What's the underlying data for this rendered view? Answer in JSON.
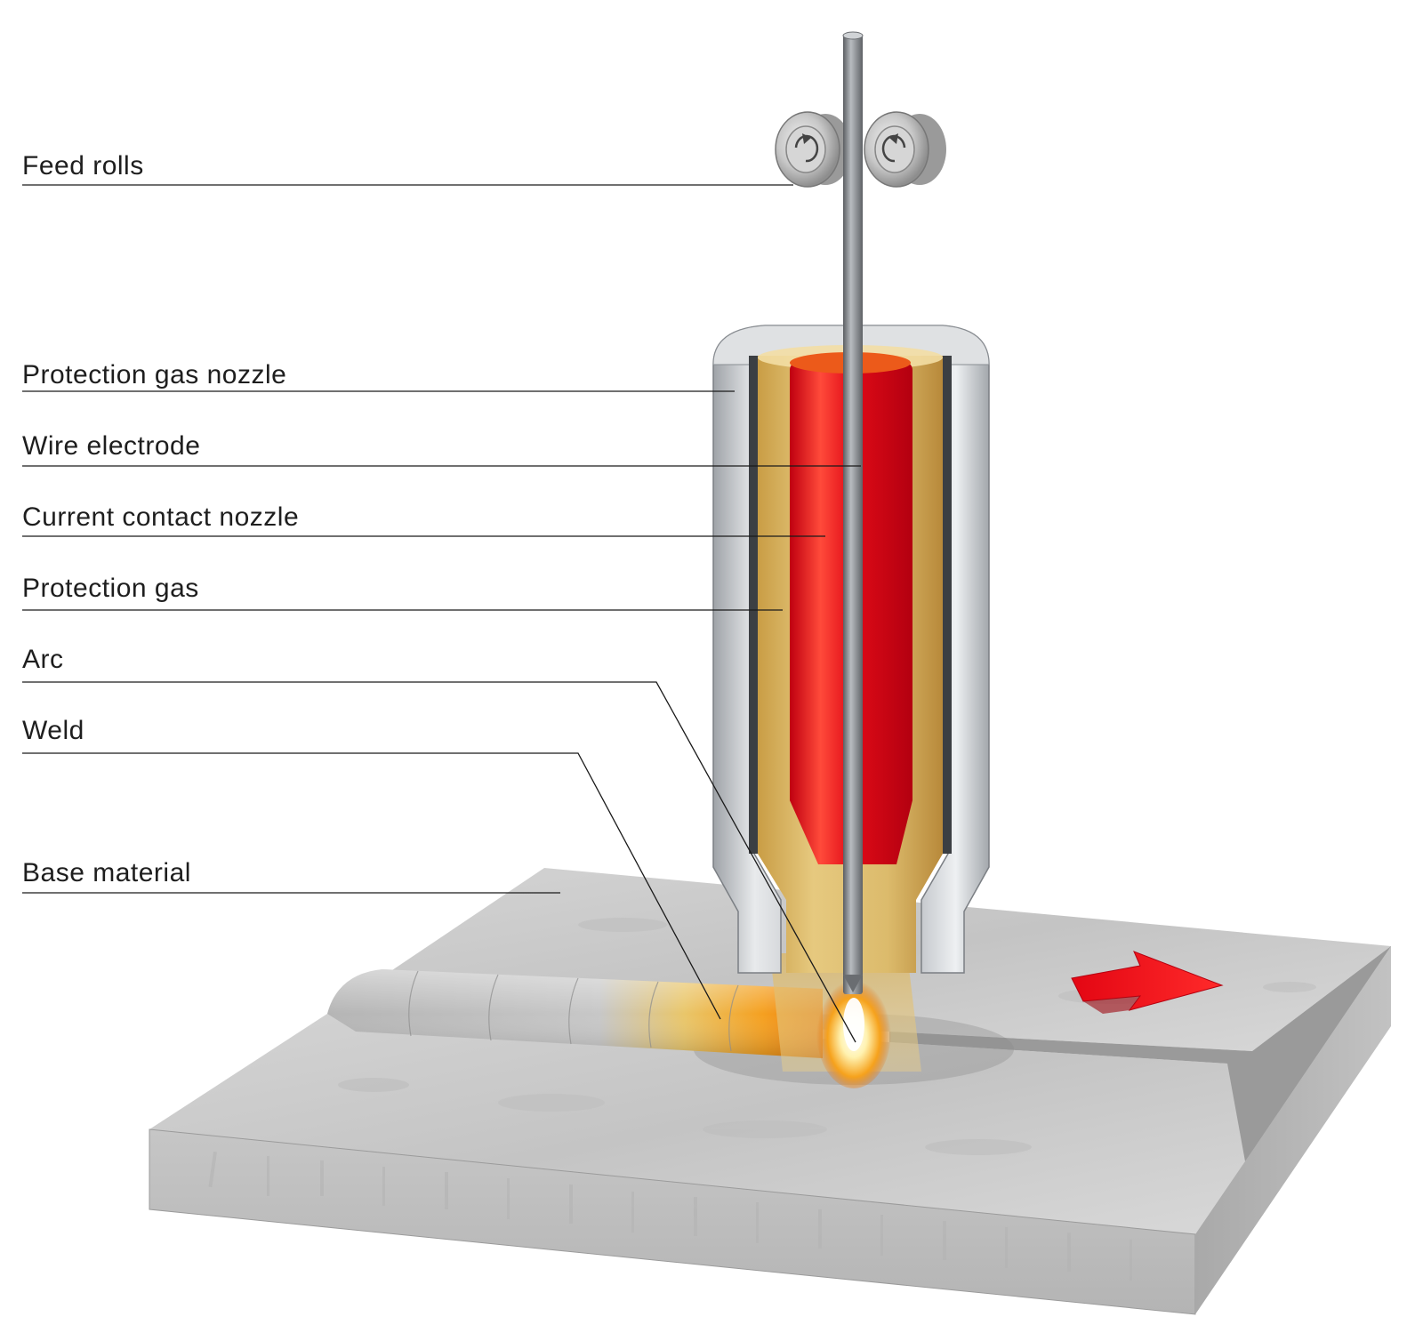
{
  "labels": [
    {
      "id": "feed-rolls",
      "text": "Feed rolls"
    },
    {
      "id": "protection-gas-nozzle",
      "text": "Protection gas nozzle"
    },
    {
      "id": "wire-electrode",
      "text": "Wire electrode"
    },
    {
      "id": "current-contact-nozzle",
      "text": "Current contact nozzle"
    },
    {
      "id": "protection-gas",
      "text": "Protection gas"
    },
    {
      "id": "arc",
      "text": "Arc"
    },
    {
      "id": "weld",
      "text": "Weld"
    },
    {
      "id": "base-material",
      "text": "Base material"
    }
  ],
  "colors": {
    "background": "#ffffff",
    "metal": "#c9c9c9",
    "nozzle_metal": "#bfc2c6",
    "gas": "#d9b765",
    "contact_nozzle": "#e10b17",
    "arrow": "#e30613",
    "weld_hot": "#f5a020",
    "leader_line": "#1a1a1a"
  }
}
